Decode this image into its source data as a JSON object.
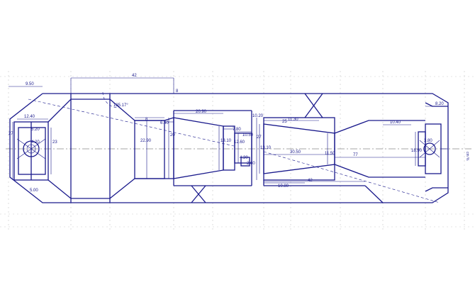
{
  "drawing": {
    "colors": {
      "part": "#1a1a8c",
      "grid": "#c9c9c9",
      "centerline": "#4a4a4a"
    },
    "dimensions": {
      "d_9_50": "9.50",
      "d_42_top": "42",
      "d_8_top": "8",
      "d_8_20": "8.20",
      "d_12_40": "12.40",
      "d_27_left": "27",
      "d_5_20": "5.20",
      "d_4_20": "4.20",
      "d_23": "23",
      "d_5_00": "5.00",
      "d_angle": "135.17°",
      "d_8_mid": "8",
      "d_6_40": "6.40",
      "d_22_90": "22.90",
      "d_20_90": "20.90",
      "d_20_left": "20",
      "d_13_10a": "13.10",
      "d_7_80": "7.80",
      "d_10_50": "10.50",
      "d_12_60": "12.60",
      "d_10_20": "10.20",
      "d_27_mid": "27",
      "d_4_30": "4.30",
      "d_2_60": "2.60",
      "d_25": "25",
      "d_11_30": "11.30",
      "d_13_10b": "13.10",
      "d_30_50": "30.50",
      "d_11_50": "11.50",
      "d_77": "77",
      "d_10_40": "10.40",
      "d_10_80": "10.80",
      "d_42_bottom": "42",
      "d_18_90": "18.90",
      "d_3_80": "3.80",
      "d_scale": "cm %"
    }
  }
}
